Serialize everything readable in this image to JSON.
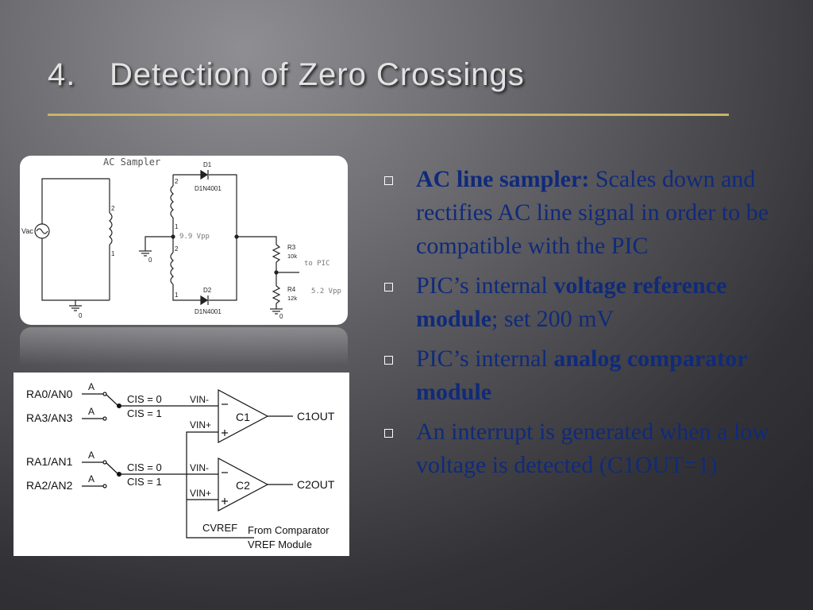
{
  "slide": {
    "number": "4.",
    "title": "Detection of Zero Crossings"
  },
  "ac_sampler": {
    "caption": "AC Sampler",
    "source_label": "Vac",
    "transformer_primary_pin_top": "2",
    "transformer_primary_pin_bottom": "1",
    "secondary_pins": [
      "2",
      "1",
      "2",
      "1"
    ],
    "ground_label": "0",
    "d1_label": "D1",
    "d1_part": "D1N4001",
    "d2_label": "D2",
    "d2_part": "D1N4001",
    "vpp_label": "9.9 Vpp",
    "r3_label": "R3",
    "r3_value": "10k",
    "r4_label": "R4",
    "r4_value": "12k",
    "to_pic_label": "to PIC",
    "out_vpp_label": "5.2 Vpp"
  },
  "comparator": {
    "pin_ra0": "RA0/AN0",
    "pin_ra3": "RA3/AN3",
    "pin_ra1": "RA1/AN1",
    "pin_ra2": "RA2/AN2",
    "analog_tag": "A",
    "cis_0": "CIS = 0",
    "cis_1": "CIS = 1",
    "vin_minus": "VIN-",
    "vin_plus": "VIN+",
    "c1_label": "C1",
    "c2_label": "C2",
    "c1_out": "C1OUT",
    "c2_out": "C2OUT",
    "cvref": "CVREF",
    "from_comparator_line1": "From Comparator",
    "from_comparator_line2": "VREF Module"
  },
  "bullets": [
    {
      "bold": "AC line sampler:",
      "text": " Scales down and rectifies AC line signal in order to be compatible with the PIC",
      "prefix": "",
      "suffix": ""
    },
    {
      "prefix": "PIC’s internal ",
      "bold": "voltage reference module",
      "suffix": ";  set 200 mV",
      "text": ""
    },
    {
      "prefix": "PIC’s internal ",
      "bold": "analog comparator module",
      "suffix": "",
      "text": ""
    },
    {
      "prefix": "An interrupt is generated when a low voltage is detected (C1OUT=1)",
      "bold": "",
      "suffix": "",
      "text": ""
    }
  ],
  "colors": {
    "title": "#e2e2e2",
    "rule": "#c9b466",
    "bullet_text": "#102a7a"
  }
}
